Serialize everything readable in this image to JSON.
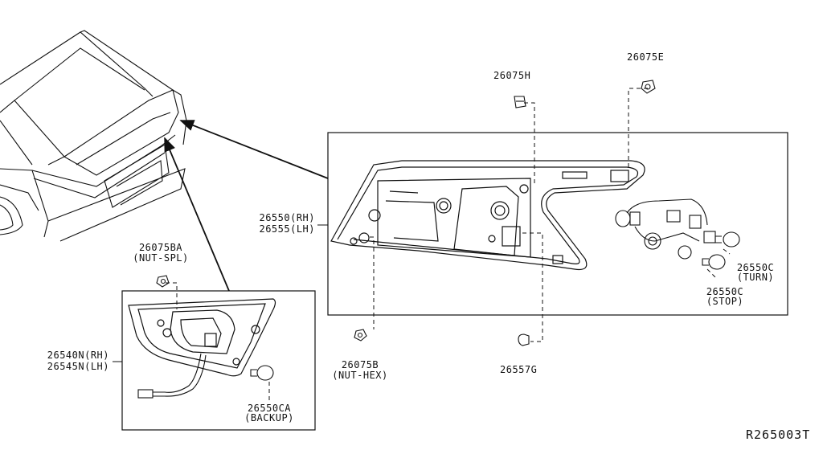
{
  "colors": {
    "line": "#111111",
    "background": "#ffffff"
  },
  "diagram_code": "R265003T",
  "parts": {
    "p26075e": {
      "number": "26075E"
    },
    "p26075h": {
      "number": "26075H"
    },
    "p26550": {
      "rh": "26550(RH)",
      "lh": "26555(LH)"
    },
    "p26550c_turn": {
      "number": "26550C",
      "note": "(TURN)"
    },
    "p26550c_stop": {
      "number": "26550C",
      "note": "(STOP)"
    },
    "p26075ba": {
      "number": "26075BA",
      "note": "(NUT-SPL)"
    },
    "p26540n": {
      "rh": "26540N(RH)",
      "lh": "26545N(LH)"
    },
    "p26550ca": {
      "number": "26550CA",
      "note": "(BACKUP)"
    },
    "p26075b": {
      "number": "26075B",
      "note": "(NUT-HEX)"
    },
    "p26557g": {
      "number": "26557G"
    }
  }
}
